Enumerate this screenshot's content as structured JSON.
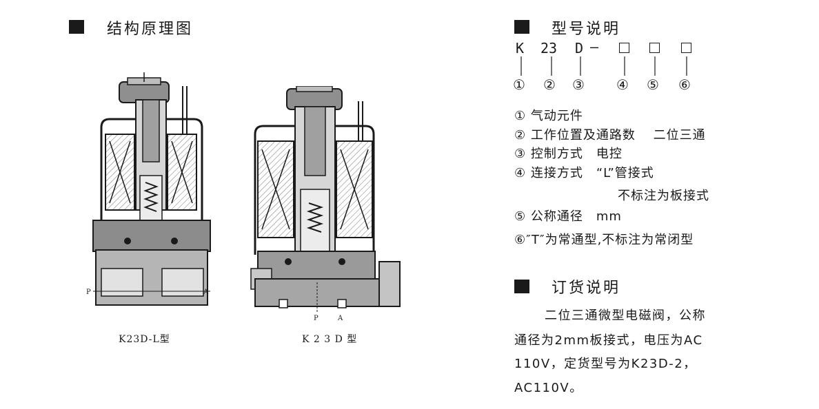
{
  "left_section": {
    "title": "结构原理图",
    "diagram1": {
      "caption": "K23D-L型",
      "port_p": "P",
      "port_a": "A"
    },
    "diagram2": {
      "caption": "K 2 3 D 型",
      "port_p": "P",
      "port_a": "A"
    }
  },
  "model_section": {
    "title": "型号说明",
    "code": [
      "K",
      "23",
      "D",
      "—"
    ],
    "markers": [
      "①",
      "②",
      "③",
      "④",
      "⑤",
      "⑥"
    ],
    "items": [
      "① 气动元件",
      "② 工作位置及通路数　 二位三通",
      "③ 控制方式　电控",
      "④ 连接方式　“L”管接式",
      "不标注为板接式",
      "⑤ 公称通径　mm",
      "⑥″T″为常通型,不标注为常闭型"
    ]
  },
  "order_section": {
    "title": "订货说明",
    "lines": [
      "二位三通微型电磁阀，公称",
      "通径为2mm板接式，电压为AC",
      "110V，定货型号为K23D-2，",
      "AC110V。"
    ]
  }
}
